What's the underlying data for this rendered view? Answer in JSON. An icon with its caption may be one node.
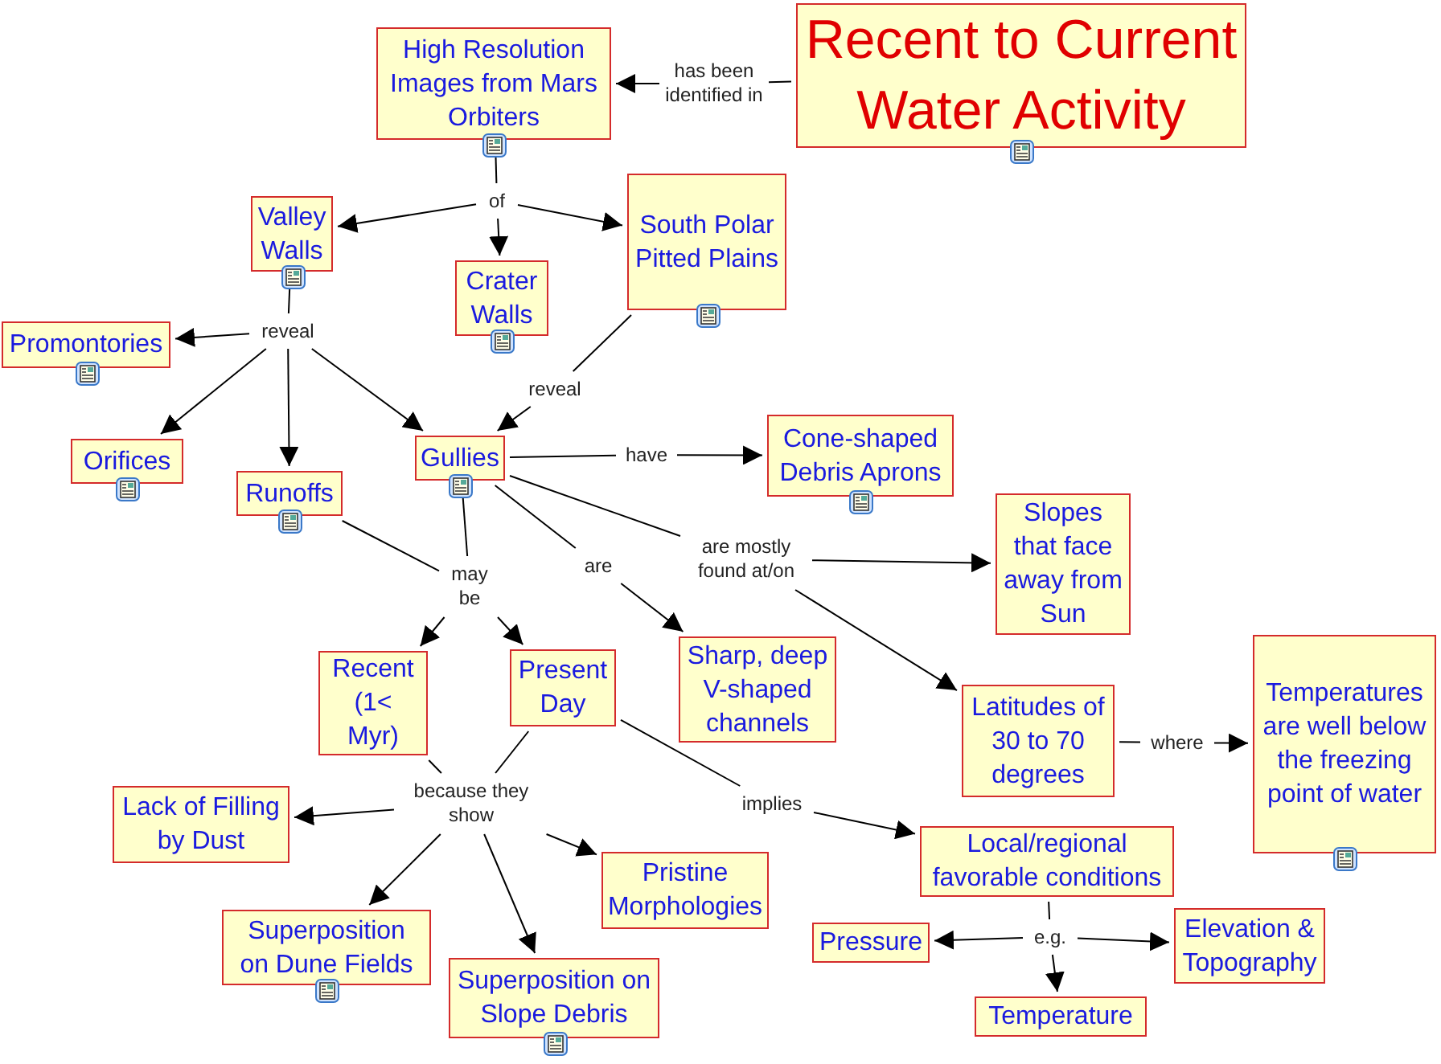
{
  "diagram": {
    "nodes": [
      {
        "text": [
          "Recent to Current Water Activity"
        ]
      },
      {
        "text": [
          "has been identified in"
        ]
      },
      {
        "text": [
          "High Resolution Images from Mars Orbiters"
        ]
      },
      {
        "text": [
          "of"
        ]
      },
      {
        "text": [
          "Valley Walls"
        ]
      },
      {
        "text": [
          "Crater Walls"
        ]
      },
      {
        "text": [
          "South Polar Pitted Plains"
        ]
      },
      {
        "text": [
          "reveal"
        ]
      },
      {
        "text": [
          "Promontories"
        ]
      },
      {
        "text": [
          "Orifices"
        ]
      },
      {
        "text": [
          "Runoffs"
        ]
      },
      {
        "text": [
          "reveal"
        ]
      },
      {
        "text": [
          "Gullies"
        ]
      },
      {
        "text": [
          "have"
        ]
      },
      {
        "text": [
          "Cone-shaped Debris Aprons"
        ]
      },
      {
        "text": [
          "are"
        ]
      },
      {
        "text": [
          "are mostly found at/on"
        ]
      },
      {
        "text": [
          "Slopes that face away from Sun"
        ]
      },
      {
        "text": [
          "may be"
        ]
      },
      {
        "text": [
          "Recent (1< Myr)"
        ]
      },
      {
        "text": [
          "Present Day"
        ]
      },
      {
        "text": [
          "Sharp, deep V-shaped channels"
        ]
      },
      {
        "text": [
          "Latitudes of 30 to 70 degrees"
        ]
      },
      {
        "text": [
          "where"
        ]
      },
      {
        "text": [
          "Temperatures are well below the freezing point of water"
        ]
      },
      {
        "text": [
          "because they show"
        ]
      },
      {
        "text": [
          "Lack of Filling by Dust"
        ]
      },
      {
        "text": [
          "implies"
        ]
      },
      {
        "text": [
          "Local/regional favorable conditions"
        ]
      },
      {
        "text": [
          "Pristine Morphologies"
        ]
      },
      {
        "text": [
          "e.g."
        ]
      },
      {
        "text": [
          "Pressure"
        ]
      },
      {
        "text": [
          "Elevation & Topography"
        ]
      },
      {
        "text": [
          "Superposition on Dune Fields"
        ]
      },
      {
        "text": [
          "Superposition on Slope Debris"
        ]
      },
      {
        "text": [
          "Temperature"
        ]
      }
    ],
    "edges": [
      {
        "from": 0,
        "to": 1,
        "arrow": "none"
      },
      {
        "from": 1,
        "to": 2,
        "arrow": "to"
      },
      {
        "from": 2,
        "to": 3,
        "arrow": "none"
      },
      {
        "from": 3,
        "to": 4,
        "arrow": "to"
      },
      {
        "from": 3,
        "to": 5,
        "arrow": "to"
      },
      {
        "from": 3,
        "to": 6,
        "arrow": "to"
      },
      {
        "from": 4,
        "to": 7,
        "arrow": "none"
      },
      {
        "from": 7,
        "to": 8,
        "arrow": "to"
      },
      {
        "from": 7,
        "to": 9,
        "arrow": "to"
      },
      {
        "from": 7,
        "to": 10,
        "arrow": "to"
      },
      {
        "from": 7,
        "to": 12,
        "arrow": "to"
      },
      {
        "from": 6,
        "to": 11,
        "arrow": "none"
      },
      {
        "from": 11,
        "to": 12,
        "arrow": "to"
      },
      {
        "from": 12,
        "to": 13,
        "arrow": "none"
      },
      {
        "from": 13,
        "to": 14,
        "arrow": "to"
      },
      {
        "from": 12,
        "to": 15,
        "arrow": "none"
      },
      {
        "from": 15,
        "to": 21,
        "arrow": "to"
      },
      {
        "from": 12,
        "to": 16,
        "arrow": "none"
      },
      {
        "from": 16,
        "to": 17,
        "arrow": "to"
      },
      {
        "from": 16,
        "to": 22,
        "arrow": "to"
      },
      {
        "from": 12,
        "to": 18,
        "arrow": "none"
      },
      {
        "from": 10,
        "to": 18,
        "arrow": "none"
      },
      {
        "from": 18,
        "to": 19,
        "arrow": "to"
      },
      {
        "from": 18,
        "to": 20,
        "arrow": "to"
      },
      {
        "from": 19,
        "to": 25,
        "arrow": "none"
      },
      {
        "from": 20,
        "to": 25,
        "arrow": "none"
      },
      {
        "from": 25,
        "to": 26,
        "arrow": "to"
      },
      {
        "from": 25,
        "to": 33,
        "arrow": "to"
      },
      {
        "from": 25,
        "to": 34,
        "arrow": "to"
      },
      {
        "from": 25,
        "to": 29,
        "arrow": "to"
      },
      {
        "from": 20,
        "to": 27,
        "arrow": "none"
      },
      {
        "from": 27,
        "to": 28,
        "arrow": "to"
      },
      {
        "from": 22,
        "to": 23,
        "arrow": "none"
      },
      {
        "from": 23,
        "to": 24,
        "arrow": "to"
      },
      {
        "from": 28,
        "to": 30,
        "arrow": "none"
      },
      {
        "from": 30,
        "to": 31,
        "arrow": "to"
      },
      {
        "from": 30,
        "to": 32,
        "arrow": "to"
      },
      {
        "from": 30,
        "to": 35,
        "arrow": "to"
      }
    ]
  }
}
